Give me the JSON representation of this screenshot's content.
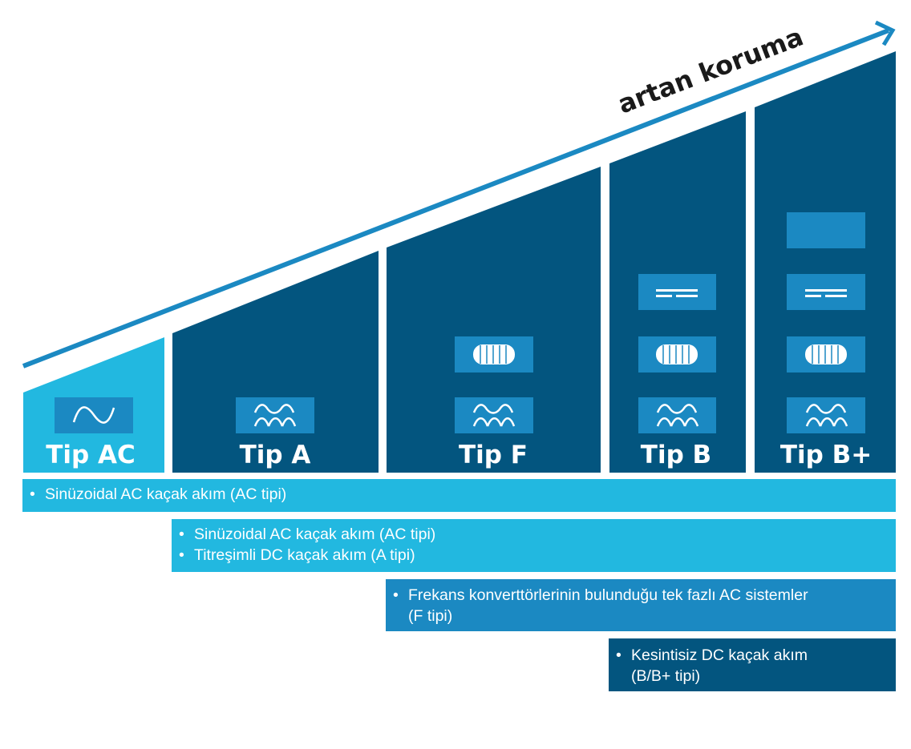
{
  "arrow": {
    "label": "artan koruma"
  },
  "columns": [
    {
      "label": "Tip AC",
      "symbols": [
        "sine-wave-icon"
      ]
    },
    {
      "label": "Tip A",
      "symbols": [
        "pulsating-dc-icon"
      ]
    },
    {
      "label": "Tip F",
      "symbols": [
        "pulsating-dc-icon",
        "mixed-frequency-icon"
      ]
    },
    {
      "label": "Tip B",
      "symbols": [
        "pulsating-dc-icon",
        "mixed-frequency-icon",
        "smooth-dc-icon"
      ]
    },
    {
      "label": "Tip B+",
      "symbols": [
        "pulsating-dc-icon",
        "mixed-frequency-icon",
        "smooth-dc-icon",
        "blank-symbol"
      ]
    }
  ],
  "bands": [
    {
      "lines": [
        {
          "text": "Sinüzoidal AC kaçak akım (AC tipi)",
          "bullet": true
        }
      ]
    },
    {
      "lines": [
        {
          "text": "Sinüzoidal AC kaçak akım (AC tipi)",
          "bullet": true
        },
        {
          "text": "Titreşimli DC kaçak akım (A tipi)",
          "bullet": true
        }
      ]
    },
    {
      "lines": [
        {
          "text": "Frekans konverttörlerinin bulunduğu tek fazlı AC sistemler",
          "bullet": true
        },
        {
          "text": "(F tipi)",
          "bullet": false
        }
      ]
    },
    {
      "lines": [
        {
          "text": "Kesintisiz DC kaçak akım",
          "bullet": true
        },
        {
          "text": "(B/B+ tipi)",
          "bullet": false
        }
      ]
    }
  ],
  "colors": {
    "light_cyan": "#22b8e0",
    "dark_blue": "#03557f",
    "mid_blue": "#1b89c2",
    "arrow_blue": "#1b89c2",
    "symbol_white": "#ffffff"
  }
}
